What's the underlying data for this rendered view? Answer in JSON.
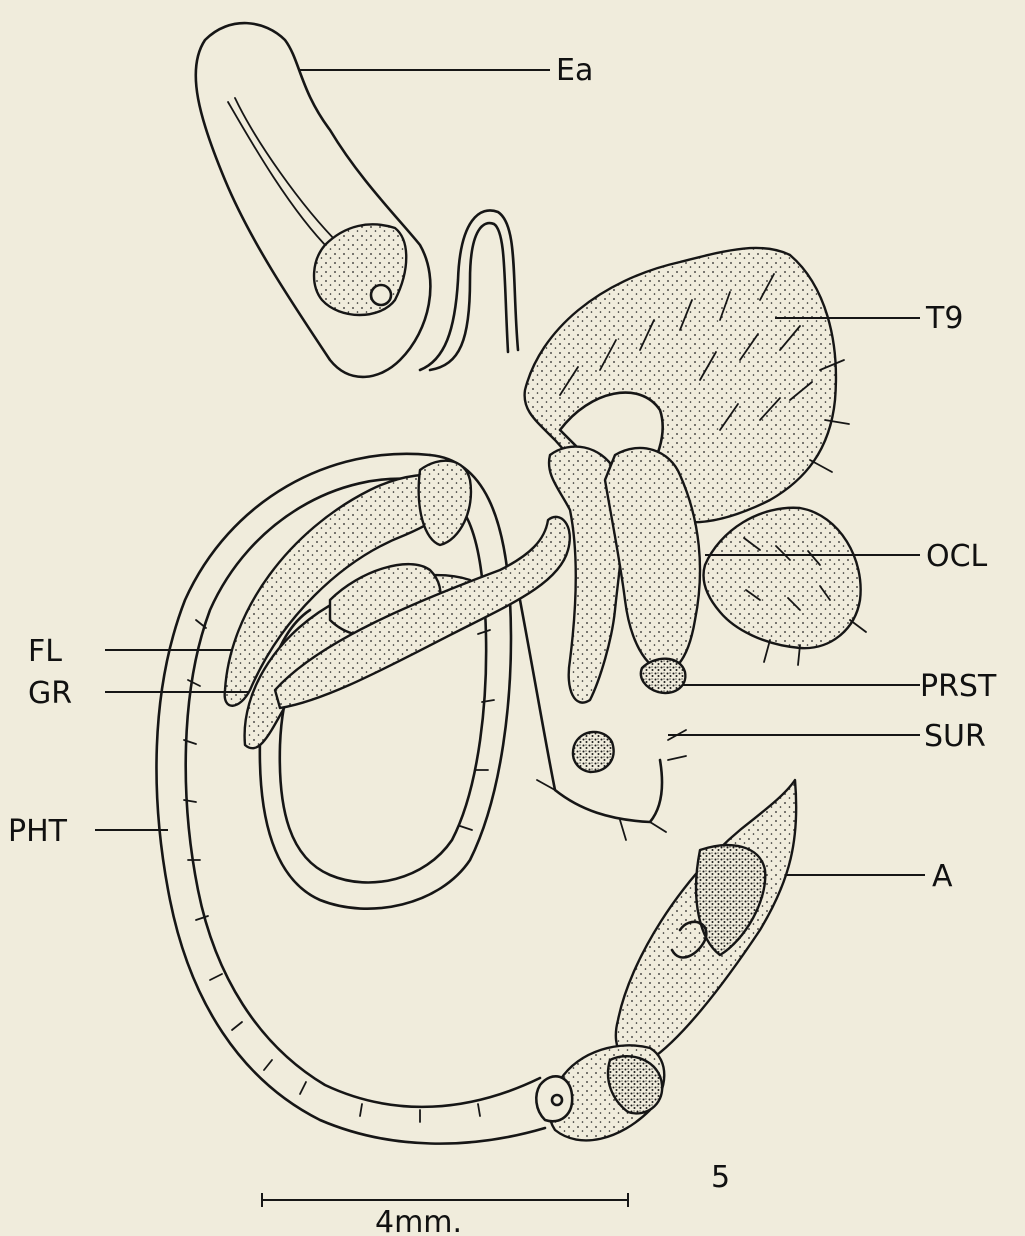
{
  "figure_number": "5",
  "scale_bar": {
    "label": "4mm."
  },
  "labels": {
    "ea": "Ea",
    "t9": "T9",
    "ocl": "OCL",
    "fl": "FL",
    "gr": "GR",
    "prst": "PRST",
    "sur": "SUR",
    "pht": "PHT",
    "a": "A"
  },
  "colors": {
    "paper": "#f0ecdc",
    "ink": "#161616"
  }
}
